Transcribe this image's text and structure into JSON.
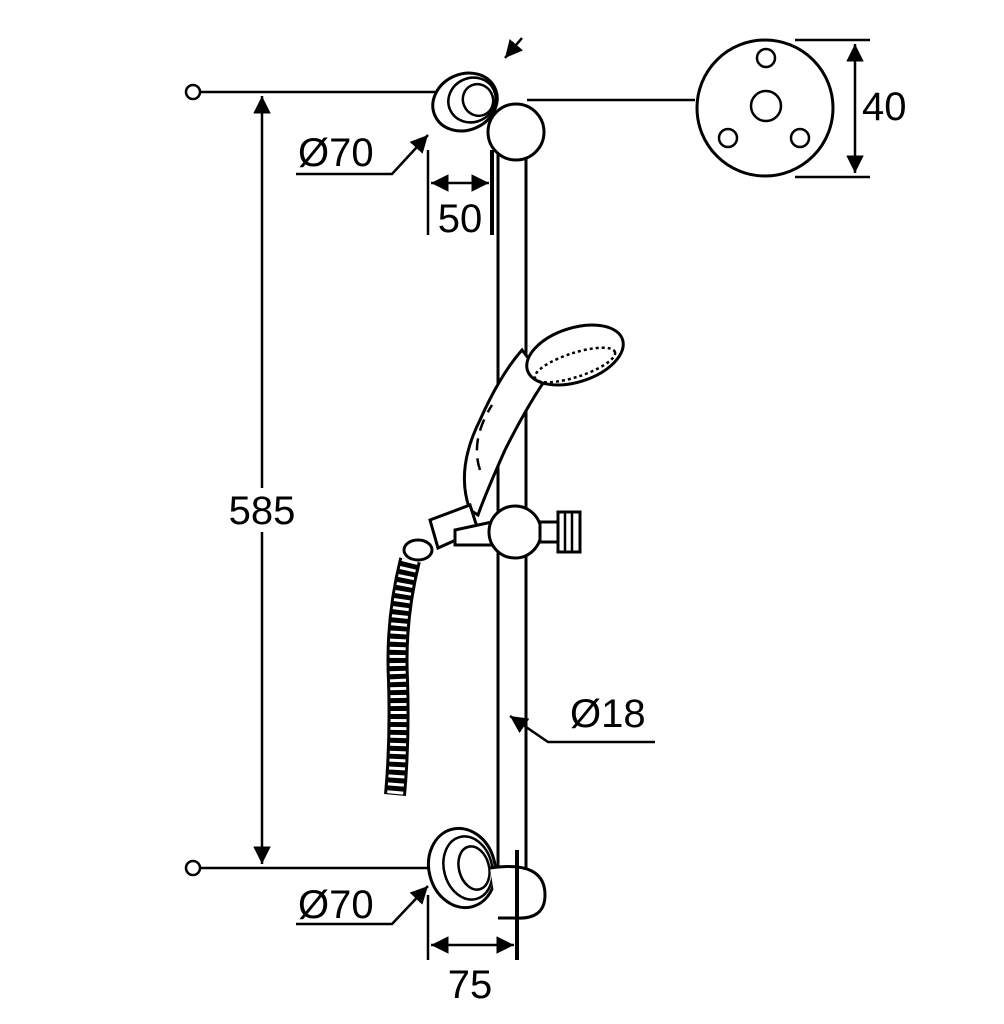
{
  "drawing": {
    "title": "Shower rail set dimension drawing",
    "dimensions": {
      "top_bracket_diameter": "Ø70",
      "top_projection": "50",
      "rosette_height": "40",
      "rail_length": "585",
      "rail_diameter": "Ø18",
      "bottom_bracket_diameter": "Ø70",
      "bottom_projection": "75"
    },
    "colors": {
      "line": "#000000",
      "background": "#ffffff"
    }
  }
}
